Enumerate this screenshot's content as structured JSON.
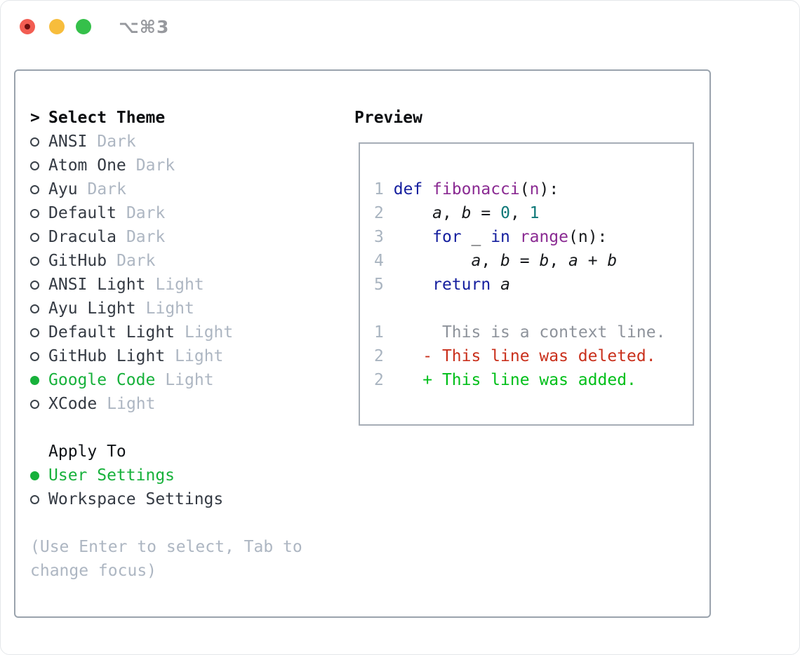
{
  "window": {
    "title": "⌥⌘3"
  },
  "select_theme": {
    "cursor": ">",
    "title": "Select Theme",
    "themes": [
      {
        "name": "ANSI",
        "tag": "Dark",
        "selected": false
      },
      {
        "name": "Atom One",
        "tag": "Dark",
        "selected": false
      },
      {
        "name": "Ayu",
        "tag": "Dark",
        "selected": false
      },
      {
        "name": "Default",
        "tag": "Dark",
        "selected": false
      },
      {
        "name": "Dracula",
        "tag": "Dark",
        "selected": false
      },
      {
        "name": "GitHub",
        "tag": "Dark",
        "selected": false
      },
      {
        "name": "ANSI Light",
        "tag": "Light",
        "selected": false
      },
      {
        "name": "Ayu Light",
        "tag": "Light",
        "selected": false
      },
      {
        "name": "Default Light",
        "tag": "Light",
        "selected": false
      },
      {
        "name": "GitHub Light",
        "tag": "Light",
        "selected": false
      },
      {
        "name": "Google Code",
        "tag": "Light",
        "selected": true
      },
      {
        "name": "XCode",
        "tag": "Light",
        "selected": false
      }
    ]
  },
  "apply_to": {
    "title": "Apply To",
    "options": [
      {
        "name": "User Settings",
        "selected": true
      },
      {
        "name": "Workspace Settings",
        "selected": false
      }
    ]
  },
  "help_text": [
    "(Use Enter to select, Tab to",
    "change focus)"
  ],
  "preview": {
    "title": "Preview",
    "lines": [
      {
        "tokens": [
          {
            "c": "ln",
            "t": "1"
          },
          {
            "c": "pl",
            "t": " "
          },
          {
            "c": "kw",
            "t": "def"
          },
          {
            "c": "pl",
            "t": " "
          },
          {
            "c": "fn",
            "t": "fibonacci"
          },
          {
            "c": "pl",
            "t": "("
          },
          {
            "c": "fn",
            "t": "n"
          },
          {
            "c": "pl",
            "t": "):"
          }
        ]
      },
      {
        "tokens": [
          {
            "c": "ln",
            "t": "2"
          },
          {
            "c": "pl",
            "t": "     "
          },
          {
            "c": "var",
            "t": "a"
          },
          {
            "c": "pl",
            "t": ", "
          },
          {
            "c": "var",
            "t": "b"
          },
          {
            "c": "pl",
            "t": " = "
          },
          {
            "c": "nm",
            "t": "0"
          },
          {
            "c": "pl",
            "t": ", "
          },
          {
            "c": "nm",
            "t": "1"
          }
        ]
      },
      {
        "tokens": [
          {
            "c": "ln",
            "t": "3"
          },
          {
            "c": "pl",
            "t": "     "
          },
          {
            "c": "kw",
            "t": "for"
          },
          {
            "c": "pl",
            "t": " _ "
          },
          {
            "c": "kw",
            "t": "in"
          },
          {
            "c": "pl",
            "t": " "
          },
          {
            "c": "fn",
            "t": "range"
          },
          {
            "c": "pl",
            "t": "(n):"
          }
        ]
      },
      {
        "tokens": [
          {
            "c": "ln",
            "t": "4"
          },
          {
            "c": "pl",
            "t": "         "
          },
          {
            "c": "var",
            "t": "a"
          },
          {
            "c": "pl",
            "t": ", "
          },
          {
            "c": "var",
            "t": "b"
          },
          {
            "c": "pl",
            "t": " = "
          },
          {
            "c": "var",
            "t": "b"
          },
          {
            "c": "pl",
            "t": ", "
          },
          {
            "c": "var",
            "t": "a"
          },
          {
            "c": "pl",
            "t": " + "
          },
          {
            "c": "var",
            "t": "b"
          }
        ]
      },
      {
        "tokens": [
          {
            "c": "ln",
            "t": "5"
          },
          {
            "c": "pl",
            "t": "     "
          },
          {
            "c": "kw",
            "t": "return"
          },
          {
            "c": "pl",
            "t": " "
          },
          {
            "c": "var",
            "t": "a"
          }
        ]
      },
      {
        "tokens": []
      },
      {
        "tokens": [
          {
            "c": "ln",
            "t": "1"
          },
          {
            "c": "pl",
            "t": "      "
          },
          {
            "c": "ctx",
            "t": "This is a context line."
          }
        ]
      },
      {
        "tokens": [
          {
            "c": "ln",
            "t": "2"
          },
          {
            "c": "pl",
            "t": "    "
          },
          {
            "c": "del",
            "t": "- This line was deleted."
          }
        ]
      },
      {
        "tokens": [
          {
            "c": "ln",
            "t": "2"
          },
          {
            "c": "pl",
            "t": "    "
          },
          {
            "c": "add",
            "t": "+ This line was added."
          }
        ]
      }
    ]
  },
  "colors": {
    "accent_green": "#17b13b",
    "traffic_red": "#f25d52",
    "traffic_red_dot": "#6d0f0f",
    "traffic_yellow": "#f7bd3c",
    "traffic_green": "#35c04a",
    "text_dark": "#343a43",
    "muted": "#adb6c2",
    "panel_border": "#9aa3ad",
    "box_border": "#a6adb6",
    "title_gray": "#97999e",
    "code_keyword": "#141e9e",
    "code_title": "#8a2a92",
    "code_number": "#0e7878",
    "code_plain": "#17191c",
    "line_number": "#a9b4c0",
    "diff_context": "#8e939b",
    "diff_deleted": "#c9301c",
    "diff_added": "#00bf19"
  }
}
